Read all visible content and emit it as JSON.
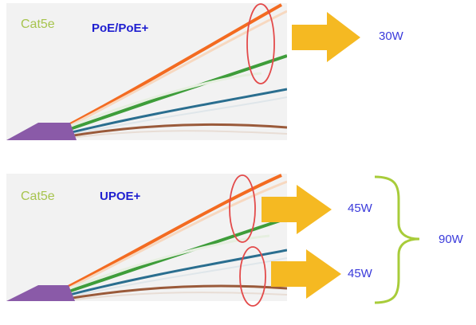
{
  "top": {
    "cable": "Cat5e",
    "standard": "PoE/PoE+",
    "power": "30W"
  },
  "bottom": {
    "cable": "Cat5e",
    "standard": "UPOE+",
    "power_pair1": "45W",
    "power_pair2": "45W",
    "total": "90W"
  },
  "colors": {
    "orange_pair": "#f36b21",
    "green_pair": "#3e9d3a",
    "blue_pair": "#2a6e8f",
    "brown_pair": "#9a5a3a",
    "jacket": "#8a5aa8",
    "arrow": "#f5b922",
    "ellipse": "#e34a4a",
    "brace": "#a8cc3a",
    "watt_text": "#3a3adb",
    "standard_text": "#1f1fd0",
    "cable_text": "#a7c44e"
  }
}
